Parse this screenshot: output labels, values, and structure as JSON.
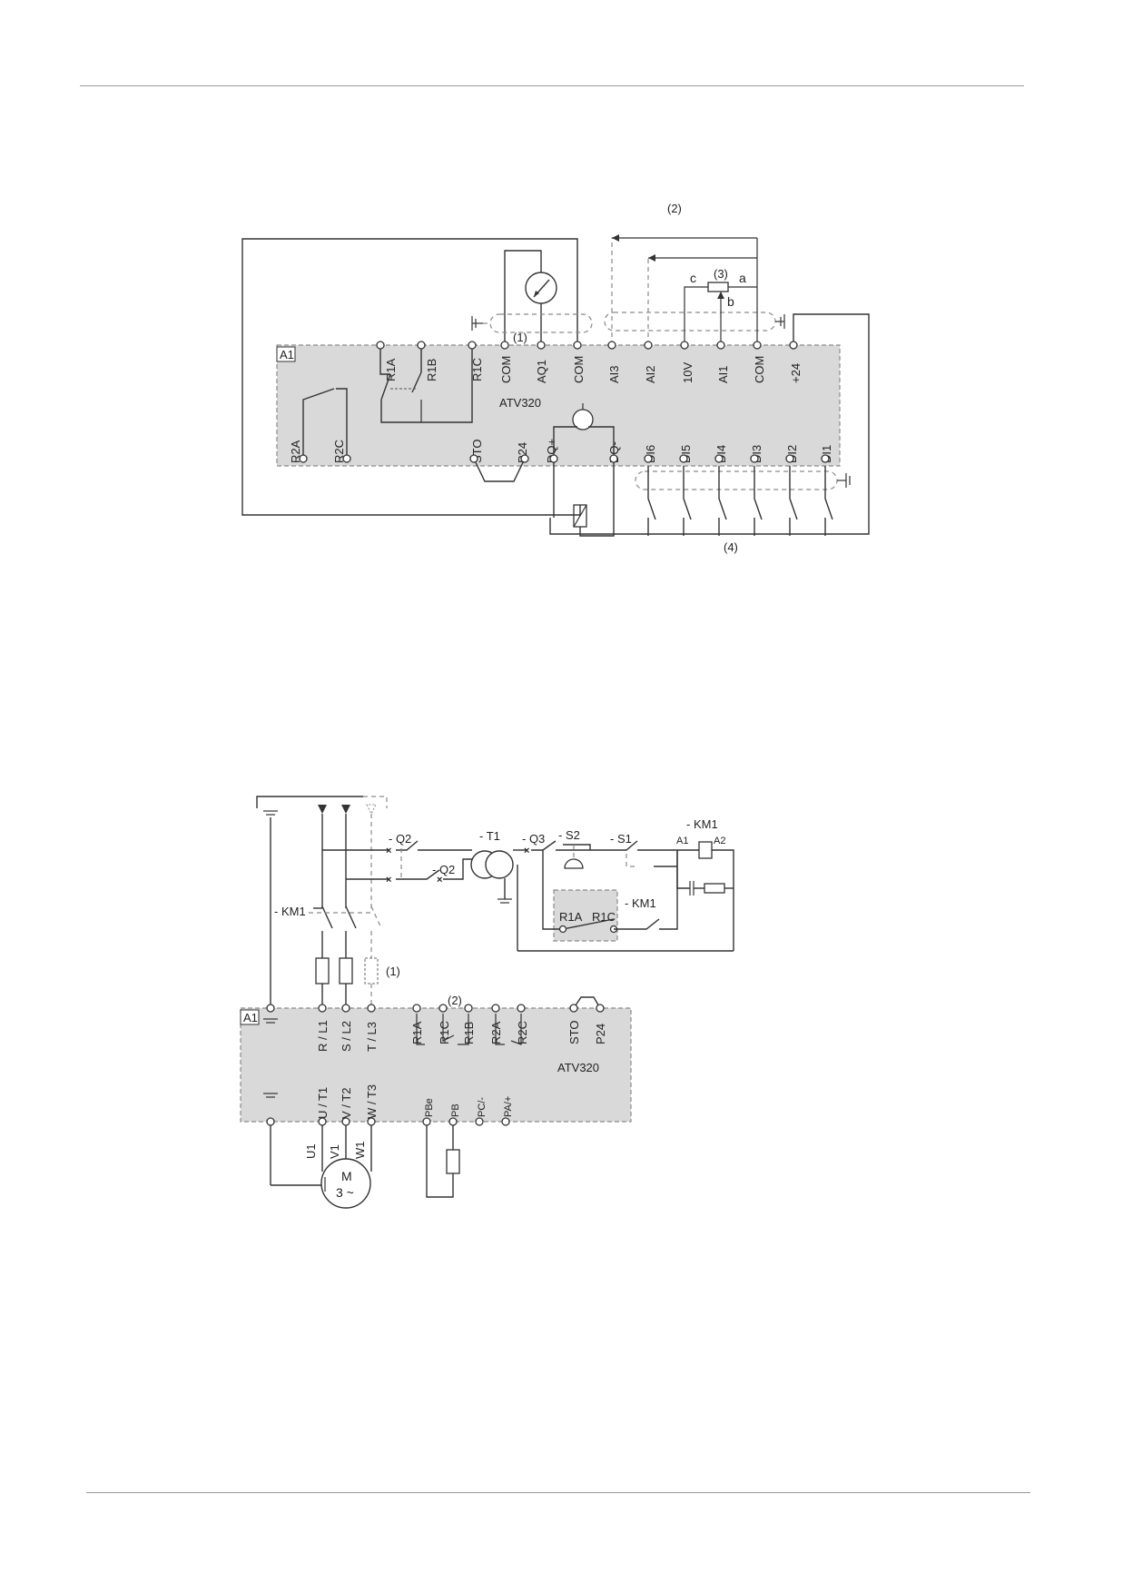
{
  "diagram1": {
    "note_2": "(2)",
    "note_1": "(1)",
    "note_3": "(3)",
    "note_4": "(4)",
    "pot_a": "a",
    "pot_b": "b",
    "pot_c": "c",
    "device_tag": "A1",
    "device_name": "ATV320",
    "top_terminals": [
      "R1A",
      "R1B",
      "R1C",
      "COM",
      "AQ1",
      "COM",
      "AI3",
      "AI2",
      "10V",
      "AI1",
      "COM",
      "+24"
    ],
    "bottom_terminals": [
      "R2A",
      "R2C",
      "STO",
      "P24",
      "DQ+",
      "DQ-",
      "DI6",
      "DI5",
      "DI4",
      "DI3",
      "DI2",
      "DI1"
    ]
  },
  "diagram2": {
    "device_tag": "A1",
    "device_name": "ATV320",
    "q2_a": "- Q2",
    "q2_b": "- Q2",
    "t1": "- T1",
    "q3": "- Q3",
    "s2": "- S2",
    "s1": "- S1",
    "km1_coil": "- KM1",
    "km1_main": "- KM1",
    "km1_aux": "- KM1",
    "a1_pin": "A1",
    "a2_pin": "A2",
    "relay_r1a": "R1A",
    "relay_r1c": "R1C",
    "note_1": "(1)",
    "note_2": "(2)",
    "power_top": [
      "R / L1",
      "S / L2",
      "T / L3"
    ],
    "control_top": [
      "R1A",
      "R1C",
      "R1B",
      "R2A",
      "R2C",
      "STO",
      "P24"
    ],
    "power_bottom": [
      "U / T1",
      "V / T2",
      "W / T3"
    ],
    "brake_bottom": [
      "PBe",
      "PB",
      "PC/-",
      "PA/+"
    ],
    "motor_leads": [
      "U1",
      "V1",
      "W1"
    ],
    "motor_m": "M",
    "motor_phase": "3 ~"
  }
}
